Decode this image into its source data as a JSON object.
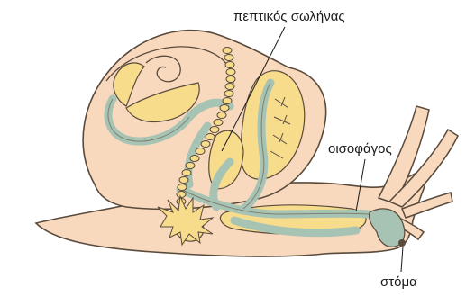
{
  "labels": {
    "digestive_tube": "πεπτικός σωλήνας",
    "esophagus": "οισοφάγος",
    "mouth": "στόμα"
  },
  "colors": {
    "shell_and_body": "#f8d9bd",
    "outline": "#5a4a3c",
    "digestive_yellow": "#f7dc8c",
    "tube_teal": "#a7c3b4"
  }
}
